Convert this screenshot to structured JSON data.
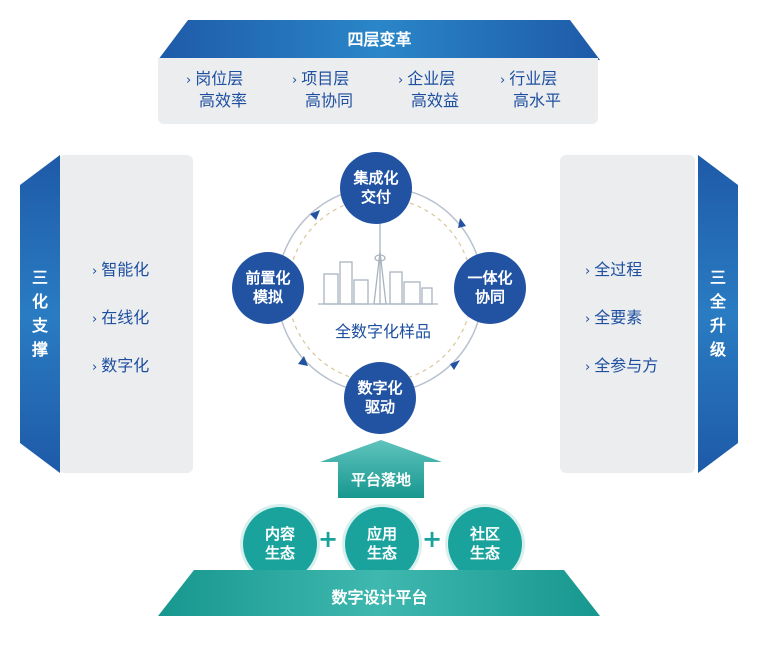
{
  "top": {
    "title": "四层变革",
    "items": [
      {
        "line1": "岗位层",
        "line2": "高效率"
      },
      {
        "line1": "项目层",
        "line2": "高协同"
      },
      {
        "line1": "企业层",
        "line2": "高效益"
      },
      {
        "line1": "行业层",
        "line2": "高水平"
      }
    ]
  },
  "left": {
    "title": "三化支撑",
    "items": [
      "智能化",
      "在线化",
      "数字化"
    ]
  },
  "right": {
    "title": "三全升级",
    "items": [
      "全过程",
      "全要素",
      "全参与方"
    ]
  },
  "center": {
    "label": "全数字化样品",
    "nodes": {
      "top": {
        "line1": "集成化",
        "line2": "交付"
      },
      "left": {
        "line1": "前置化",
        "line2": "模拟"
      },
      "right": {
        "line1": "一体化",
        "line2": "协同"
      },
      "bottom": {
        "line1": "数字化",
        "line2": "驱动"
      }
    }
  },
  "platform": {
    "label": "平台落地"
  },
  "ecosystem": [
    {
      "line1": "内容",
      "line2": "生态"
    },
    {
      "line1": "应用",
      "line2": "生态"
    },
    {
      "line1": "社区",
      "line2": "生态"
    }
  ],
  "plus_sign": "+",
  "chevron": "›",
  "bottom": {
    "title": "数字设计平台"
  },
  "colors": {
    "blue": "#2253a3",
    "teal": "#1aa39d",
    "panel": "#ebedef"
  }
}
